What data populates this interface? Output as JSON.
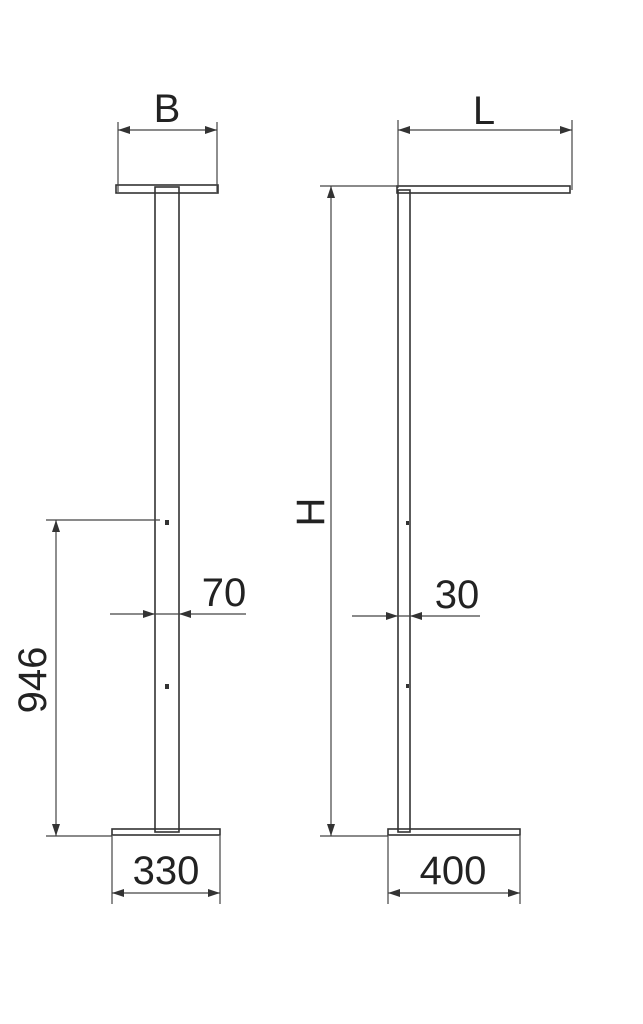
{
  "labels": {
    "B": "B",
    "L": "L",
    "H": "H",
    "mount_height": "946",
    "front_pole_width": "70",
    "side_pole_width": "30",
    "front_base_width": "330",
    "side_base_width": "400"
  },
  "colors": {
    "line": "#333333",
    "background": "#ffffff"
  }
}
